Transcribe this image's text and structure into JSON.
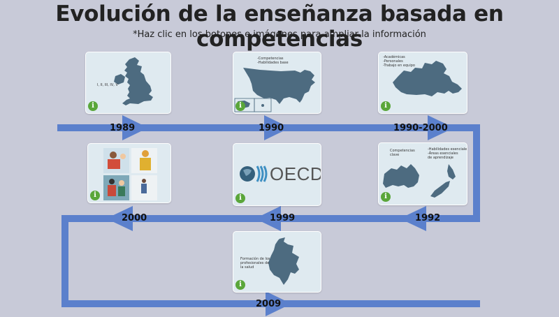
{
  "title": "Evolución de la enseñanza basada en competencias",
  "subtitle": "*Haz clic en los botones e imágenes para ampliar la información",
  "info_symbol": "i",
  "colors": {
    "arrow": "#5b80cc",
    "card_bg": "#dfeaf0",
    "info_button": "#5aa63a",
    "map": "#4d6b80"
  },
  "milestones": [
    {
      "year": "1989",
      "labels": "I, II, III, IV, V"
    },
    {
      "year": "1990",
      "labels": "-Competencias\n-Habilidades base"
    },
    {
      "year": "1990-2000",
      "labels": "-Académicas\n-Personales\n-Trabajo en equipo"
    },
    {
      "year": "1992",
      "labels_left": "Competencias\nclave",
      "labels_right": "-Habilidades esenciales\n-Áreas esenciales\nde aprendizaje"
    },
    {
      "year": "1999",
      "logo": "OECD"
    },
    {
      "year": "2000"
    },
    {
      "year": "2009",
      "labels": "Formación de los\nprofesionales de\nla salud"
    }
  ]
}
